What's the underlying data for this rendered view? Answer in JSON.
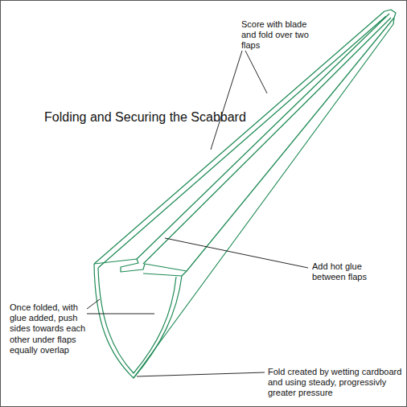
{
  "diagram": {
    "title": "Folding and Securing the Scabbard",
    "labels": [
      "Score with blade and fold over two flaps",
      "Add hot glue between flaps",
      "Once folded, with glue added, push sides towards each other under flaps equally overlap",
      "Fold created by wetting cardboard and using steady, progressivly greater pressure"
    ]
  }
}
